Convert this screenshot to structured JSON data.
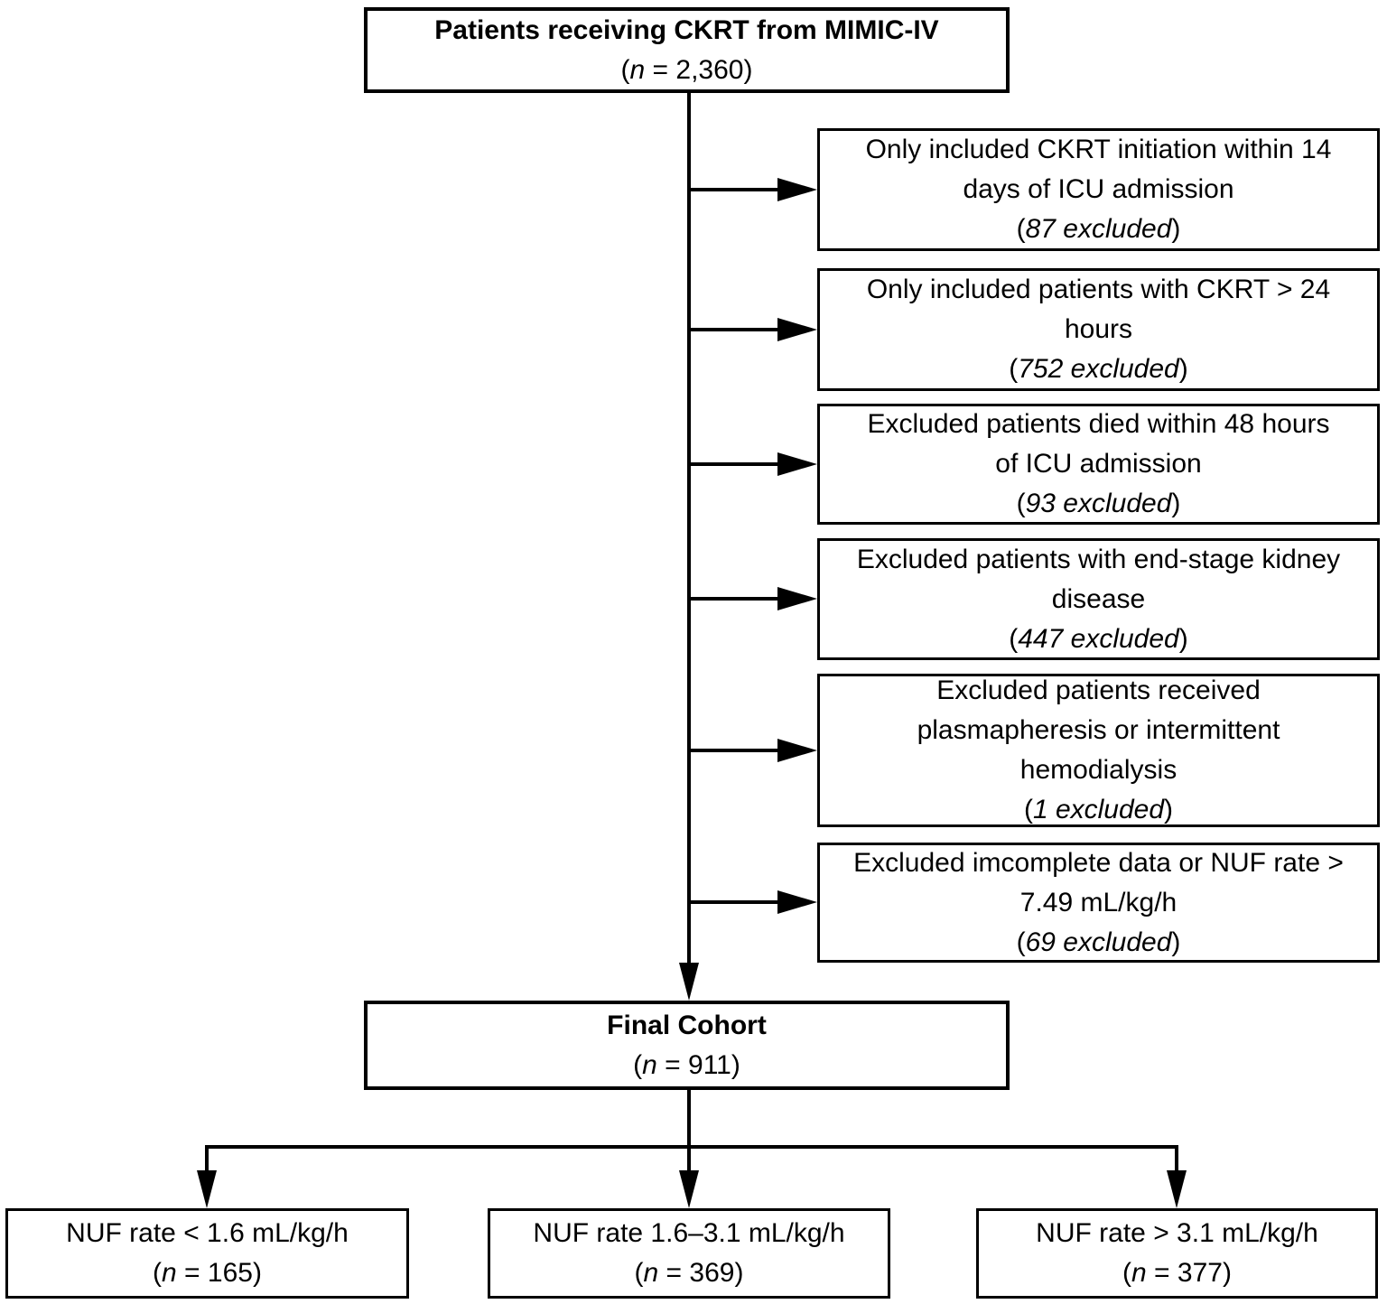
{
  "diagram": {
    "top_box": {
      "title": "Patients receiving CKRT from MIMIC-IV",
      "count_pre": "(",
      "count_italic": "n",
      "count_post": " = 2,360)"
    },
    "exclusion_boxes": [
      {
        "text": "Only included CKRT initiation within 14\ndays of ICU admission",
        "count_pre": "(",
        "count_italic": "87 excluded",
        "count_post": ")"
      },
      {
        "text": "Only included patients with CKRT > 24\nhours",
        "count_pre": "(",
        "count_italic": "752 excluded",
        "count_post": ")"
      },
      {
        "text": "Excluded patients died within 48 hours\nof ICU admission",
        "count_pre": "(",
        "count_italic": "93 excluded",
        "count_post": ")"
      },
      {
        "text": "Excluded patients with end-stage kidney\ndisease",
        "count_pre": "(",
        "count_italic": "447 excluded",
        "count_post": ")"
      },
      {
        "text": "Excluded patients received\nplasmapheresis or intermittent\nhemodialysis",
        "count_pre": "(",
        "count_italic": "1 excluded",
        "count_post": ")"
      },
      {
        "text": "Excluded imcomplete data or NUF rate >\n7.49 mL/kg/h",
        "count_pre": "(",
        "count_italic": "69 excluded",
        "count_post": ")"
      }
    ],
    "final_box": {
      "title": "Final Cohort",
      "count_pre": "(",
      "count_italic": "n",
      "count_post": " = 911)"
    },
    "outcome_boxes": [
      {
        "text": "NUF rate < 1.6 mL/kg/h",
        "count_pre": "(",
        "count_italic": "n",
        "count_post": " = 165)"
      },
      {
        "text": "NUF rate 1.6–3.1 mL/kg/h",
        "count_pre": "(",
        "count_italic": "n",
        "count_post": " = 369)"
      },
      {
        "text": "NUF rate > 3.1 mL/kg/h",
        "count_pre": "(",
        "count_italic": "n",
        "count_post": " = 377)"
      }
    ],
    "colors": {
      "line": "#000000",
      "background": "#ffffff",
      "text": "#000000"
    }
  }
}
